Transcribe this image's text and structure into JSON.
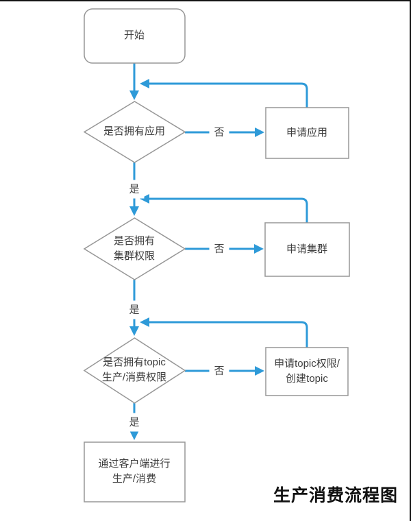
{
  "title": "生产消费流程图",
  "edge_labels": {
    "yes": "是",
    "no": "否"
  },
  "nodes": {
    "start": "开始",
    "check_app": "是否拥有应用",
    "apply_app": "申请应用",
    "check_cluster": "是否拥有\n集群权限",
    "apply_cluster": "申请集群",
    "check_topic": "是否拥有topic\n生产/消费权限",
    "apply_topic": "申请topic权限/\n创建topic",
    "client_produce_consume": "通过客户端进行\n生产/消费"
  },
  "colors": {
    "connector": "#2E9AD8",
    "node_border": "#979797",
    "node_text": "#3D3D3D",
    "title_text": "#111111"
  }
}
